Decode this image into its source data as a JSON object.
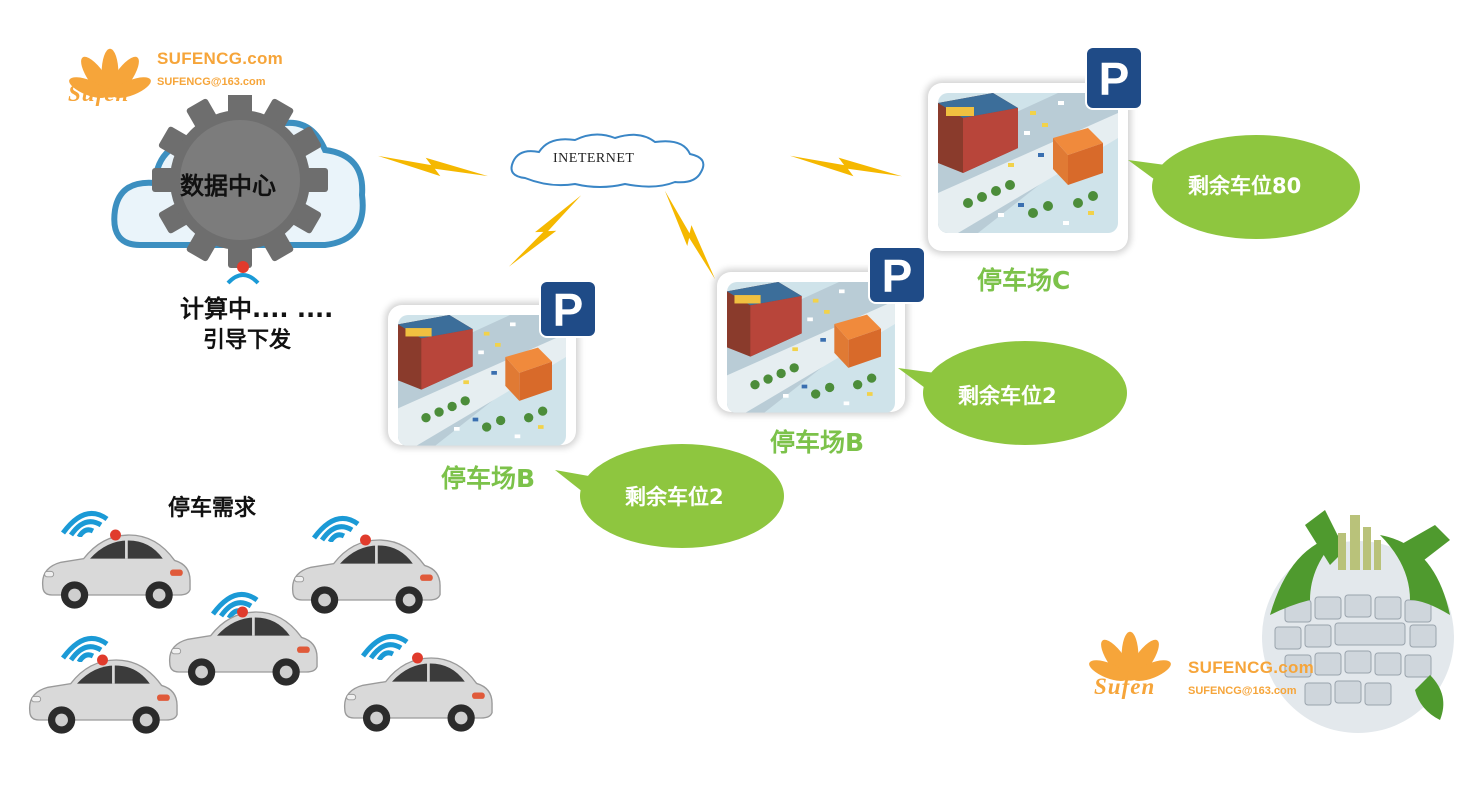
{
  "logo": {
    "brand": "SUFENCG.com",
    "email": "SUFENCG@163.com",
    "script": "Sufen"
  },
  "data_center": {
    "title": "数据中心",
    "status": "计算中.... ....",
    "action": "引导下发"
  },
  "internet_label": "INETERNET",
  "lots": [
    {
      "name": "停车场B",
      "remaining": "剩余车位2"
    },
    {
      "name": "停车场B",
      "remaining": "剩余车位2"
    },
    {
      "name": "停车场C",
      "remaining": "剩余车位80"
    }
  ],
  "parking_badge": "P",
  "demand_label": "停车需求",
  "colors": {
    "accent_green": "#7cc24a",
    "bubble_green": "#8ec63f",
    "badge_blue": "#1f4b87",
    "logo_orange": "#f6a53a",
    "bolt_yellow": "#f5b800",
    "gear_gray": "#6e6e6e",
    "cloud_blue": "#3c8fc0"
  }
}
